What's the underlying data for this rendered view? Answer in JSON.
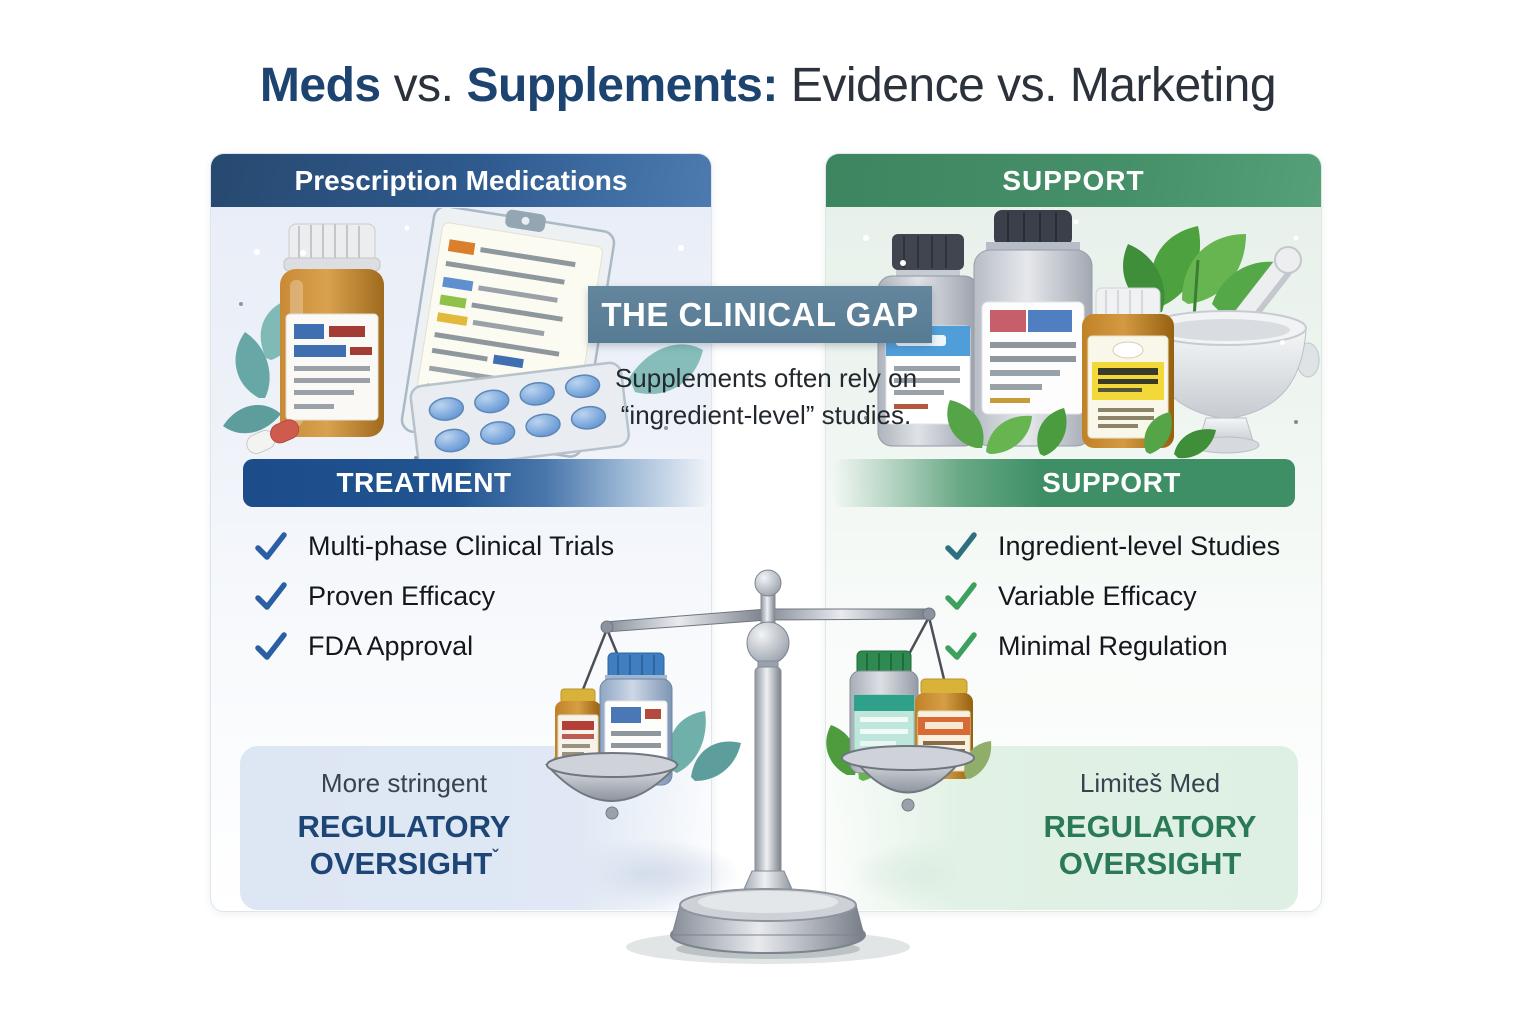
{
  "title": {
    "meds": "Meds",
    "vs": "vs.",
    "supplements": "Supplements:",
    "tagline": "Evidence vs. Marketing"
  },
  "left_panel": {
    "header": "Prescription Medications",
    "section": "TREATMENT",
    "items": [
      "Multi-phase Clinical Trials",
      "Proven Efficacy",
      "FDA Approval"
    ],
    "footer_line1": "More stringent",
    "footer_line2": "REGULATORY",
    "footer_line3": "OVERSIGHT",
    "footer_mark": "ˇ"
  },
  "right_panel": {
    "header": "SUPPORT",
    "section": "SUPPORT",
    "items": [
      "Ingredient-level Studies",
      "Variable Efficacy",
      "Minimal Regulation"
    ],
    "footer_line1": "Limiteš Med",
    "footer_line2": "REGULATORY",
    "footer_line3": "OVERSIGHT"
  },
  "center": {
    "banner": "THE CLINICAL GAP",
    "caption_line1": "Supplements often rely on",
    "caption_line2": "“ingredient-level” studies."
  },
  "colors": {
    "title_navy": "#1d4470",
    "title_gray": "#2b323c",
    "header_blue": "#2f5b90",
    "header_green": "#469069",
    "banner_slate": "#5b7e96",
    "bar_blue": "#1c4c8a",
    "bar_green": "#3f8f66",
    "check_blue": "#2b5fa3",
    "check_teal": "#2f7080",
    "check_green": "#3da05e",
    "footer_blue_text": "#1d4676",
    "footer_green_text": "#2a7a55",
    "footer_blue_bg": "#dde6f3",
    "footer_green_bg": "#def0e3"
  }
}
